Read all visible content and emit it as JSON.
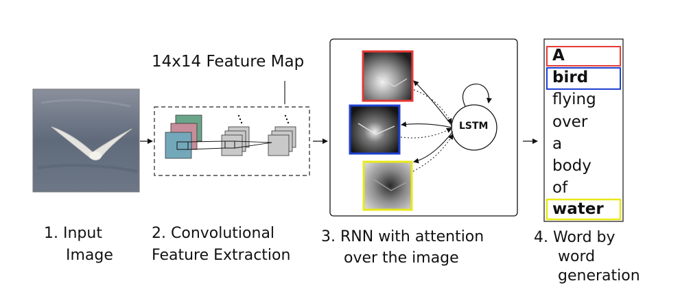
{
  "feature_map_label": "14x14 Feature Map",
  "lstm_label": "LSTM",
  "stages": [
    {
      "number": "1.",
      "lines": [
        "Input",
        "Image"
      ]
    },
    {
      "number": "2.",
      "lines": [
        "Convolutional",
        "Feature Extraction"
      ]
    },
    {
      "number": "3.",
      "lines": [
        "RNN with attention",
        "over the image"
      ]
    },
    {
      "number": "4.",
      "lines": [
        "Word by",
        "word",
        "generation"
      ]
    }
  ],
  "words": [
    {
      "text": "A",
      "highlight": "#e53935",
      "bold": true
    },
    {
      "text": "bird",
      "highlight": "#1e3fd0",
      "bold": true
    },
    {
      "text": "flying",
      "highlight": "",
      "bold": false
    },
    {
      "text": "over",
      "highlight": "",
      "bold": false
    },
    {
      "text": "a",
      "highlight": "",
      "bold": false
    },
    {
      "text": "body",
      "highlight": "",
      "bold": false
    },
    {
      "text": "of",
      "highlight": "",
      "bold": false
    },
    {
      "text": "water",
      "highlight": "#e8e81a",
      "bold": true
    }
  ],
  "colors": {
    "attention_red": "#e53935",
    "attention_blue": "#1e3fd0",
    "attention_yellow": "#e8e81a",
    "water": "#5e6b7c"
  }
}
